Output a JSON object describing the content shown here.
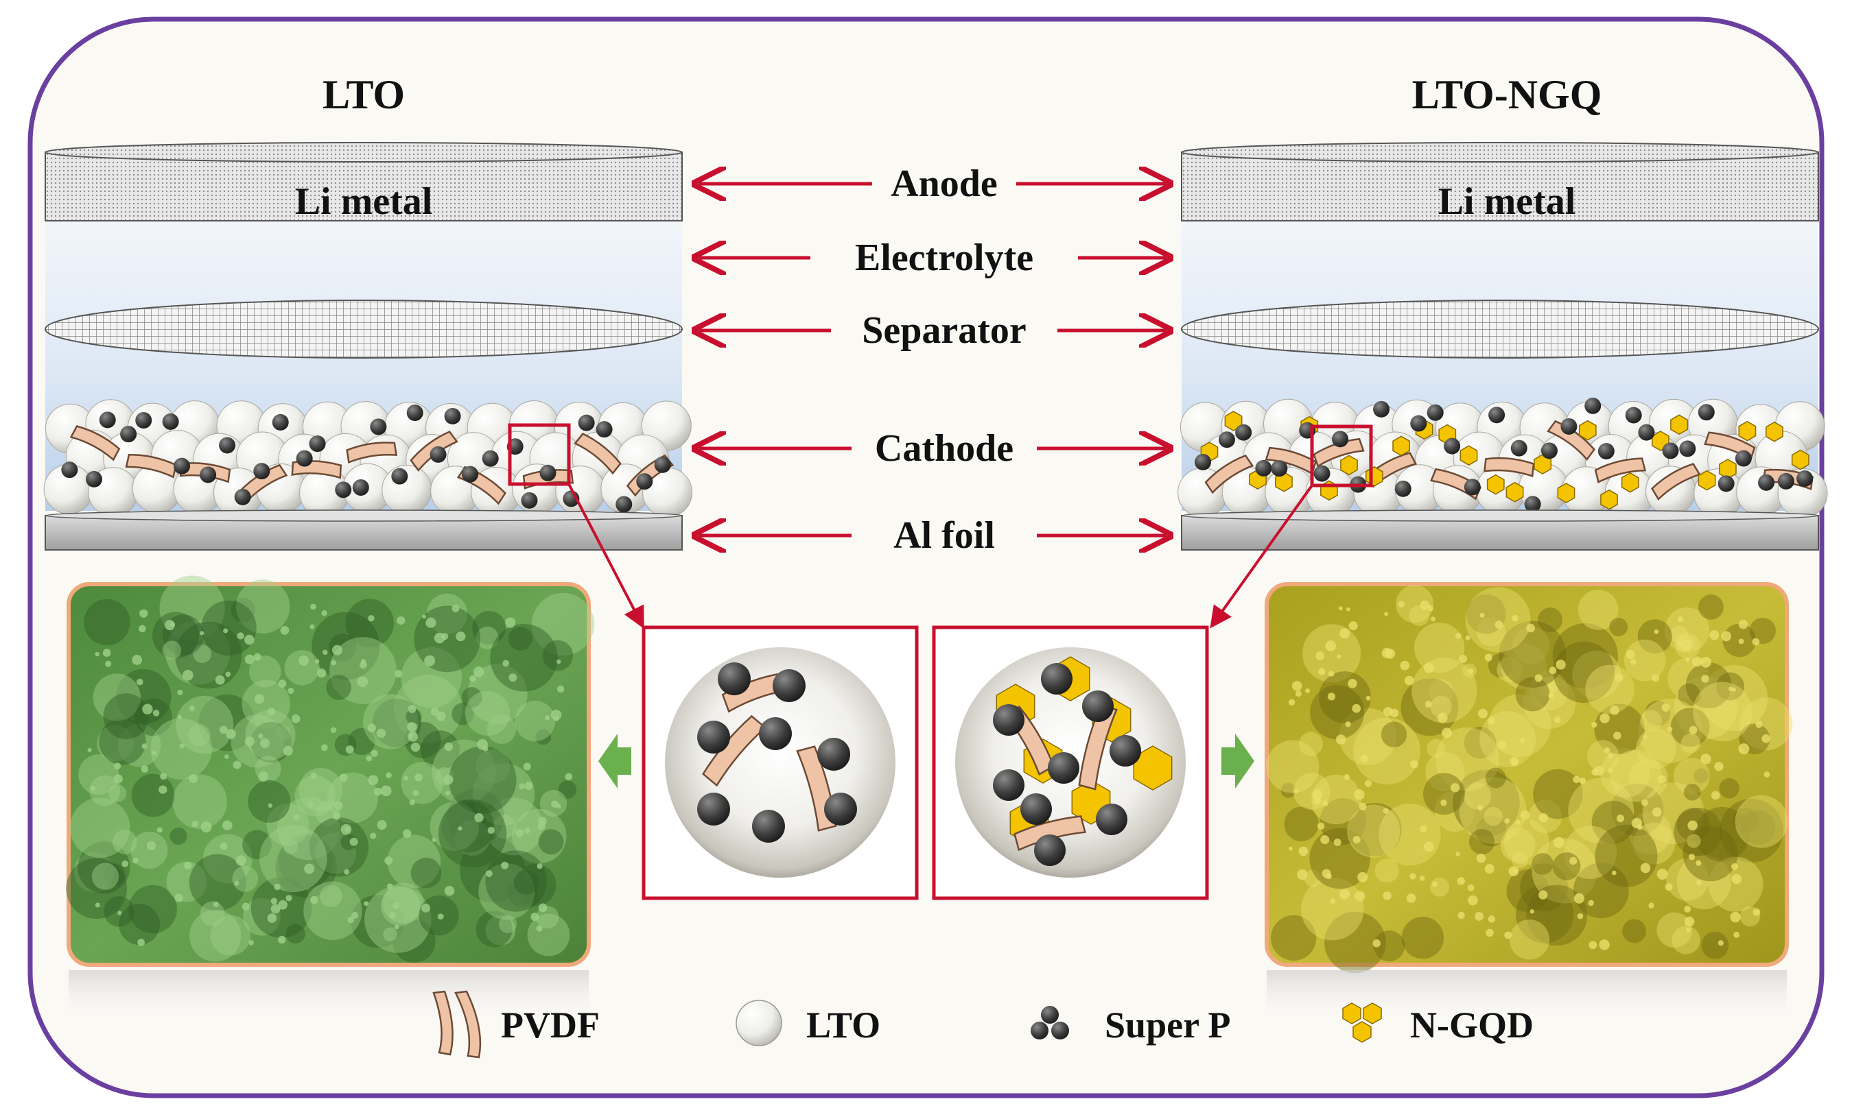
{
  "panels": {
    "left_title": "LTO",
    "right_title": "LTO-NGQ",
    "left_anode_text": "Li metal",
    "right_anode_text": "Li metal"
  },
  "layers": [
    "Anode",
    "Electrolyte",
    "Separator",
    "Cathode",
    "Al foil"
  ],
  "legend": {
    "pvdf": "PVDF",
    "lto": "LTO",
    "superp": "Super P",
    "ngqd": "N-GQD"
  },
  "colors": {
    "border": "#6a3fa0",
    "arrow": "#c8102e",
    "electrolyte": "#d7e4f4",
    "lto_sphere": "#f2f2f0",
    "super_p": "#3a3a3a",
    "pvdf": "#efc3a6",
    "ngqd": "#f5c400",
    "sem_left": "#5f9a4a",
    "sem_right": "#b8ad2c",
    "green_arrow": "#6ab04c"
  }
}
